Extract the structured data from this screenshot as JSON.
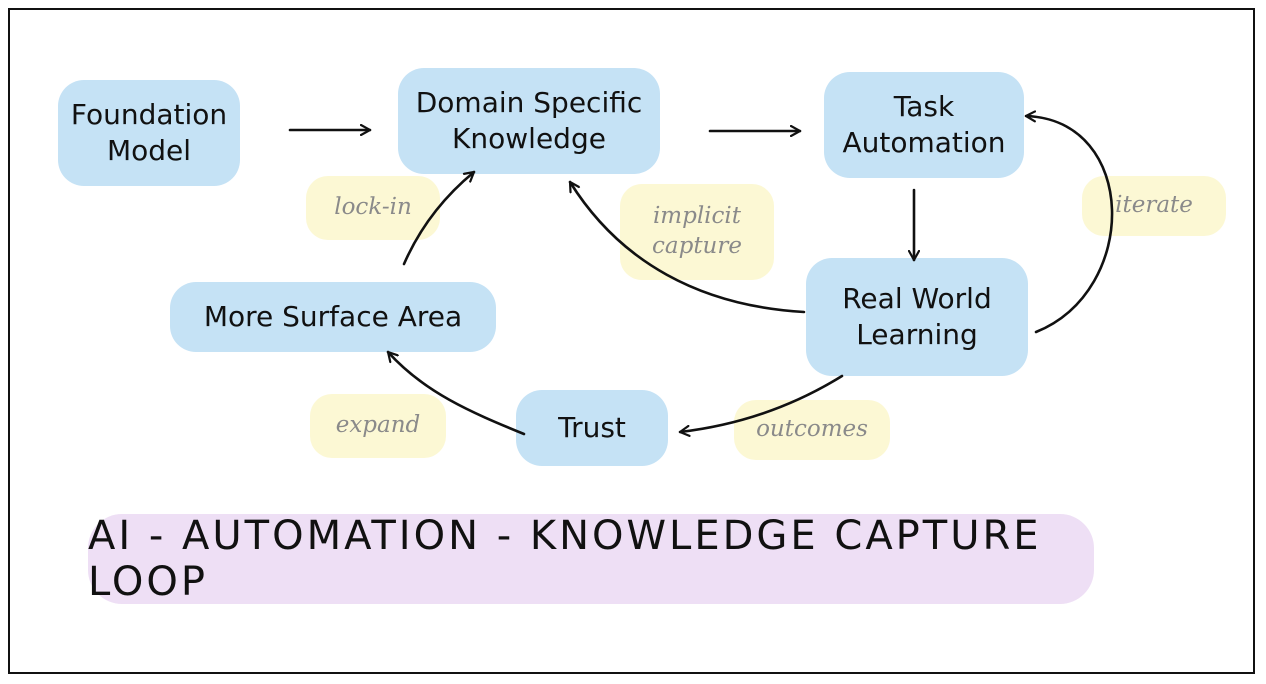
{
  "nodes": {
    "foundation_model": [
      "Foundation",
      "Model"
    ],
    "domain_knowledge": [
      "Domain Specific",
      "Knowledge"
    ],
    "task_automation": [
      "Task",
      "Automation"
    ],
    "real_world_learning": [
      "Real World",
      "Learning"
    ],
    "more_surface_area": [
      "More Surface Area"
    ],
    "trust": [
      "Trust"
    ]
  },
  "labels": {
    "lock_in": [
      "lock-in"
    ],
    "implicit_capture": [
      "implicit",
      "capture"
    ],
    "iterate": [
      "iterate"
    ],
    "expand": [
      "expand"
    ],
    "outcomes": [
      "outcomes"
    ]
  },
  "title": "AI - AUTOMATION - KNOWLEDGE CAPTURE  LOOP",
  "colors": {
    "node_fill": "#c5e2f5",
    "label_fill": "#fcf8d4",
    "title_fill": "#eedff5",
    "arrow": "#111111"
  }
}
